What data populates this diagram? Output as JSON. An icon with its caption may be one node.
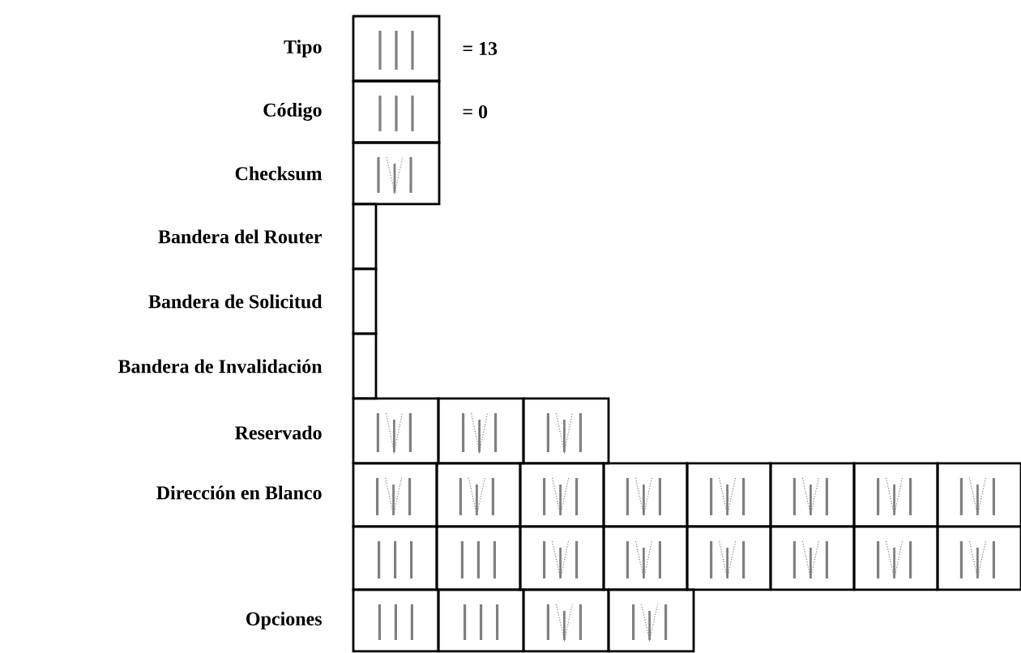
{
  "diagram": {
    "labels": [
      "Tipo",
      "= 13",
      "Código",
      "= 0",
      "Checksum",
      "Bandera del Router",
      "Bandera de Solicitud",
      "Bandera de Invalidación",
      "Reservado",
      "Dirección en Blanco",
      "Opciones"
    ]
  }
}
